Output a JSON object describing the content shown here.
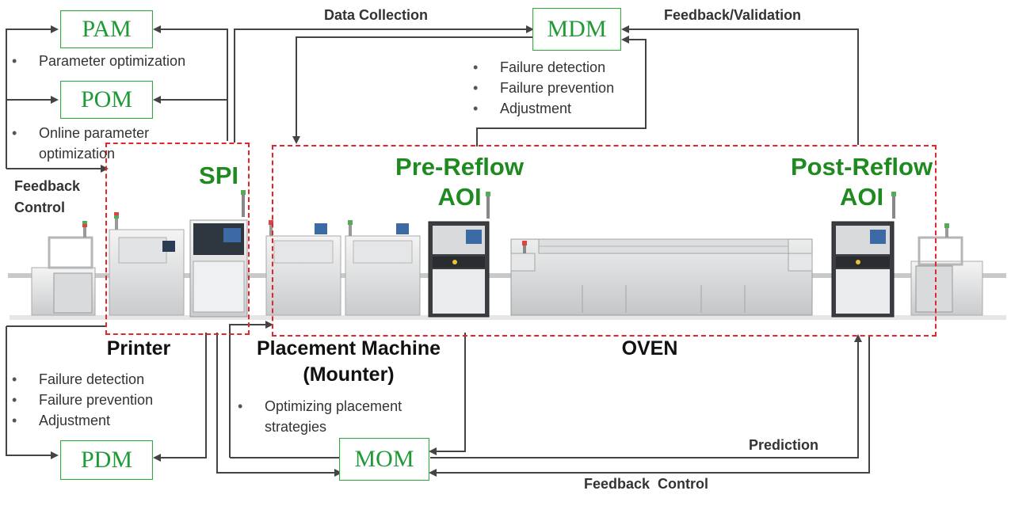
{
  "modules": {
    "pam": "PAM",
    "pom": "POM",
    "mdm": "MDM",
    "pdm": "PDM",
    "mom": "MOM"
  },
  "lists": {
    "pam": [
      "Parameter optimization"
    ],
    "pom": [
      "Online parameter optimization"
    ],
    "mdm": [
      "Failure detection",
      "Failure prevention",
      "Adjustment"
    ],
    "pdm": [
      "Failure detection",
      "Failure prevention",
      "Adjustment"
    ],
    "mom": [
      "Optimizing placement strategies"
    ]
  },
  "flow_labels": {
    "data_collection": "Data Collection",
    "feedback_validation": "Feedback/Validation",
    "feedback_control_left": "Feedback Control",
    "prediction": "Prediction",
    "feedback_control_bottom": "Feedback  Control"
  },
  "stations": {
    "spi": "SPI",
    "pre_reflow_aoi_1": "Pre-Reflow",
    "pre_reflow_aoi_2": "AOI",
    "post_reflow_aoi_1": "Post-Reflow",
    "post_reflow_aoi_2": "AOI",
    "printer": "Printer",
    "placement_1": "Placement Machine",
    "placement_2": "(Mounter)",
    "oven": "OVEN"
  },
  "colors": {
    "module_border": "#3aa548",
    "module_text": "#1f9a36",
    "zone_border": "#e3262b",
    "station_label": "#1f8a1f",
    "arrow": "#444444"
  }
}
